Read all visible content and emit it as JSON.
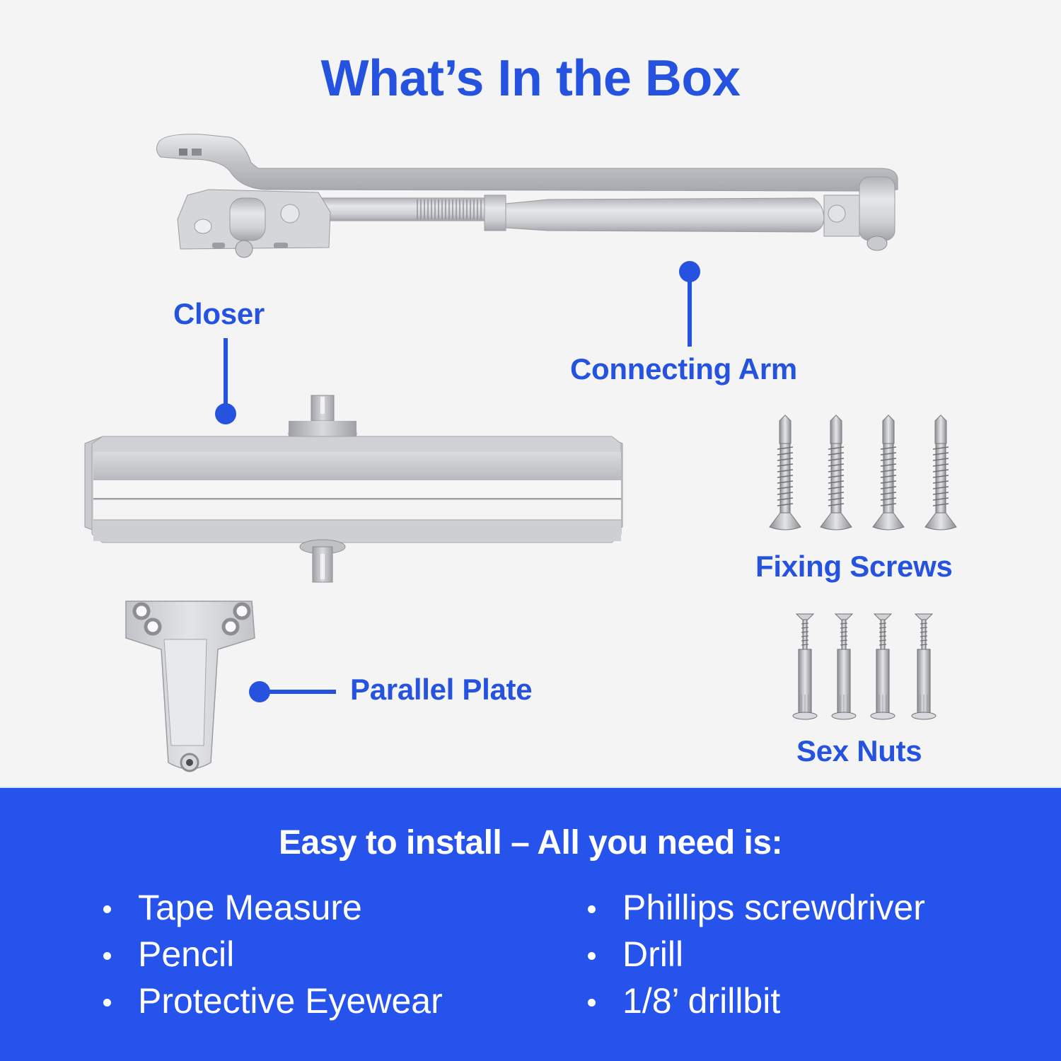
{
  "title": "What’s In the Box",
  "colors": {
    "accent": "#2553e0",
    "band": "#2553ec",
    "background": "#f4f4f4",
    "metal": "#c9cbcf"
  },
  "components": [
    {
      "id": "connecting-arm",
      "label": "Connecting Arm",
      "icon": "door-closer-arm-image"
    },
    {
      "id": "closer",
      "label": "Closer",
      "icon": "door-closer-body-image"
    },
    {
      "id": "parallel-plate",
      "label": "Parallel Plate",
      "icon": "t-bracket-plate-image"
    },
    {
      "id": "fixing-screws",
      "label": "Fixing Screws",
      "icon": "self-drilling-screw-image",
      "count": 4
    },
    {
      "id": "sex-nuts",
      "label": "Sex Nuts",
      "icon": "sex-bolt-image",
      "count": 4
    }
  ],
  "requirements": {
    "heading": "Easy to install – All you need is:",
    "left": [
      "Tape Measure",
      "Pencil",
      "Protective Eyewear"
    ],
    "right": [
      "Phillips screwdriver",
      "Drill",
      "1/8’ drillbit"
    ]
  }
}
